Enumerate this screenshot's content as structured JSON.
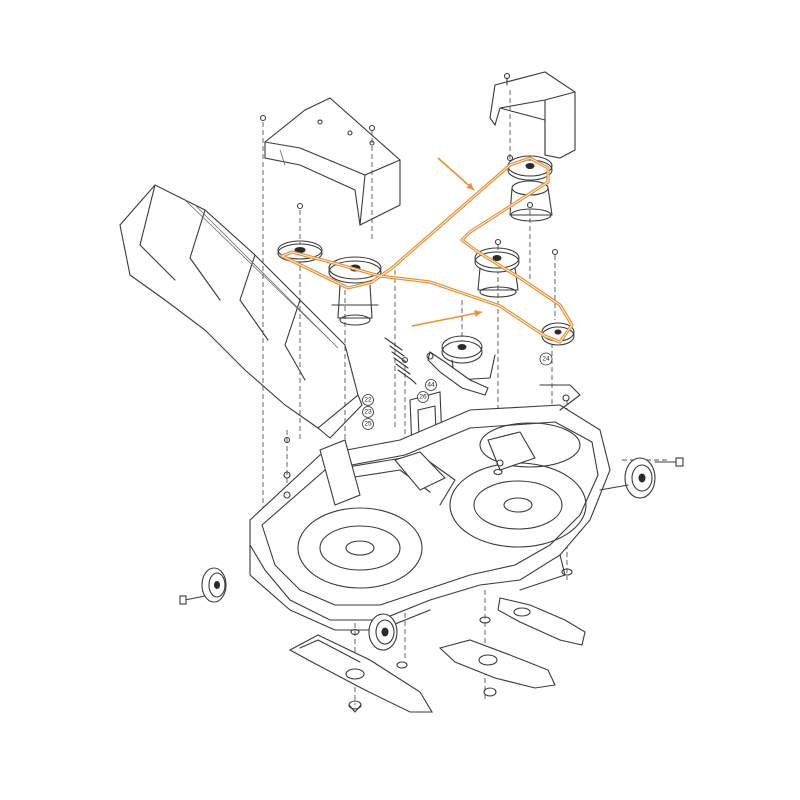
{
  "diagram": {
    "belt_color": "#e8913a",
    "arrow_color": "#e8913a",
    "line_color": "#3a3a3a",
    "callouts": [
      {
        "id": "c1",
        "label": "24"
      },
      {
        "id": "c2",
        "label": "44"
      },
      {
        "id": "c3",
        "label": "26"
      },
      {
        "id": "c4",
        "label": "22"
      },
      {
        "id": "c5",
        "label": "23"
      },
      {
        "id": "c6",
        "label": "25"
      }
    ]
  }
}
